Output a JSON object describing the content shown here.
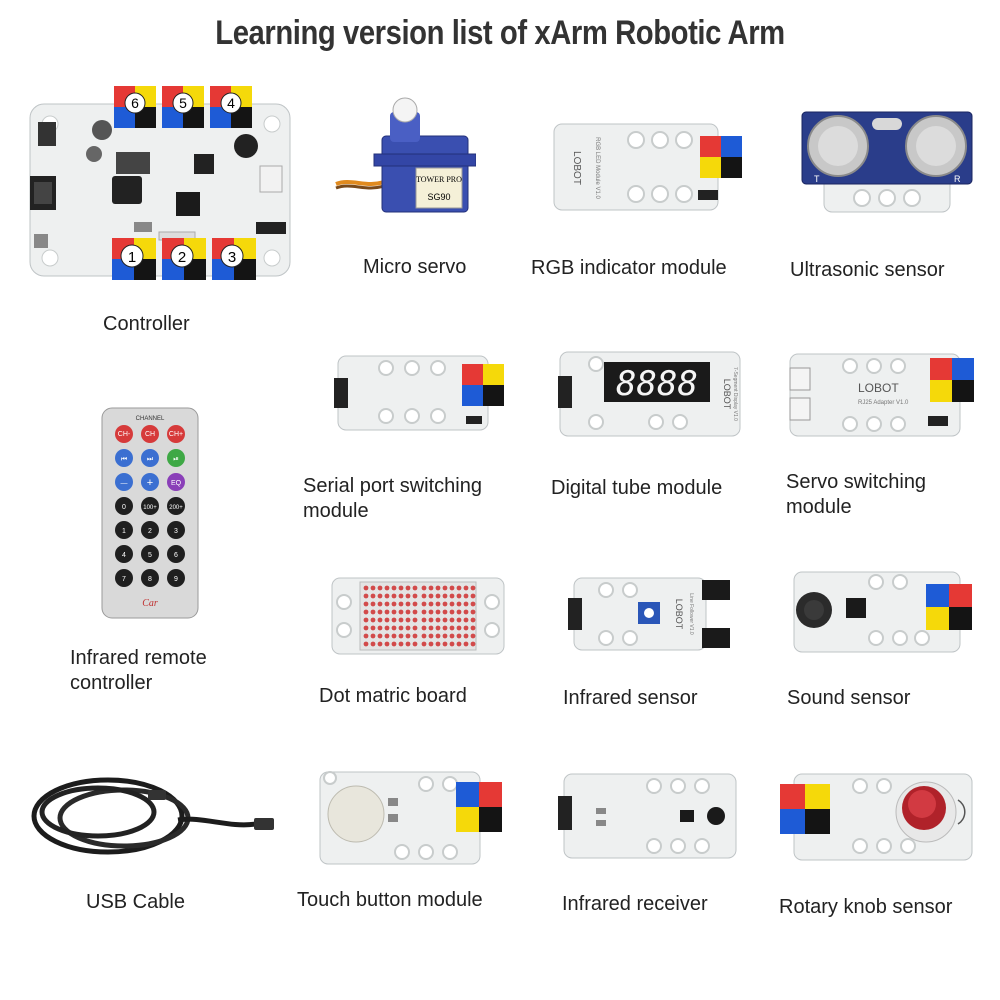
{
  "page": {
    "title": "Learning version list of xArm Robotic Arm"
  },
  "colors": {
    "board": "#eef0f0",
    "pad": "#ffffff",
    "block_red": "#e53935",
    "block_blue": "#1e5bd6",
    "block_yellow": "#f5d90a",
    "block_black": "#141414",
    "servo_blue": "#3a4fb0",
    "cable": "#1c1c1c"
  },
  "items": [
    {
      "label": "Controller",
      "icon": "controller-board",
      "ports": [
        "6",
        "5",
        "4",
        "1",
        "2",
        "3"
      ]
    },
    {
      "label": "Micro servo",
      "icon": "micro-servo",
      "brand": "TOWER PRO",
      "model": "SG90"
    },
    {
      "label": "RGB indicator module",
      "icon": "rgb-module",
      "board_text": "RGB LED Module V1.0",
      "logo": "LOBOT"
    },
    {
      "label": "Ultrasonic sensor",
      "icon": "ultrasonic-sensor",
      "pin_t": "T",
      "pin_r": "R"
    },
    {
      "label": "Serial port switching module",
      "icon": "serial-port-module"
    },
    {
      "label": "Digital tube module",
      "icon": "digital-tube-module",
      "display": "8888",
      "board_text": "7-Segment Display V1.0",
      "logo": "LOBOT"
    },
    {
      "label": "Servo switching module",
      "icon": "servo-switching-module",
      "board_text": "RJ25 Adapter V1.0",
      "logo": "LOBOT"
    },
    {
      "label": "Infrared remote controller",
      "icon": "ir-remote",
      "remote_header": "CHANNEL",
      "remote_brand": "Car",
      "remote_keys": [
        "CH-",
        "CH",
        "CH+",
        "⏮",
        "⏭",
        "⏯",
        "—",
        "+",
        "EQ",
        "0",
        "100+",
        "200+",
        "1",
        "2",
        "3",
        "4",
        "5",
        "6",
        "7",
        "8",
        "9"
      ]
    },
    {
      "label": "Dot matric board",
      "icon": "dot-matrix-board"
    },
    {
      "label": "Infrared sensor",
      "icon": "infrared-sensor",
      "board_text": "Line Follower V1.0",
      "logo": "LOBOT"
    },
    {
      "label": "Sound sensor",
      "icon": "sound-sensor"
    },
    {
      "label": "USB Cable",
      "icon": "usb-cable"
    },
    {
      "label": "Touch button module",
      "icon": "touch-button-module"
    },
    {
      "label": "Infrared receiver",
      "icon": "infrared-receiver"
    },
    {
      "label": "Rotary knob sensor",
      "icon": "rotary-knob-sensor"
    }
  ]
}
